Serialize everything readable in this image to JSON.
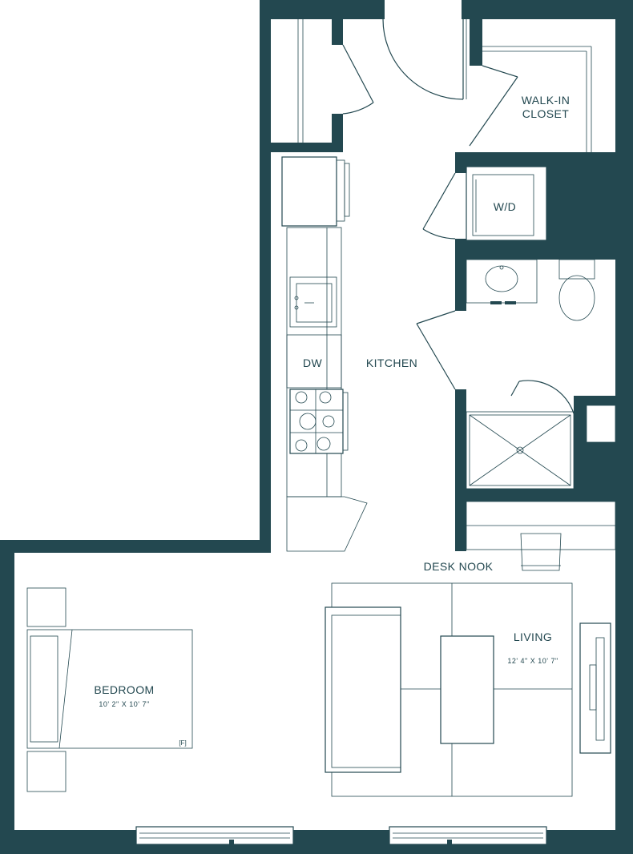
{
  "colors": {
    "wall": "#234850",
    "background": "#ffffff"
  },
  "rooms": {
    "walk_in_closet": {
      "line1": "WALK-IN",
      "line2": "CLOSET"
    },
    "washer_dryer": {
      "label": "W/D"
    },
    "dishwasher": {
      "label": "DW"
    },
    "kitchen": {
      "label": "KITCHEN"
    },
    "desk_nook": {
      "label": "DESK NOOK"
    },
    "living": {
      "label": "LIVING",
      "dimensions": "12' 4\" X 10' 7\""
    },
    "bedroom": {
      "label": "BEDROOM",
      "dimensions": "10' 2\" X 10' 7\"",
      "fixture_tag": "[F]"
    }
  }
}
